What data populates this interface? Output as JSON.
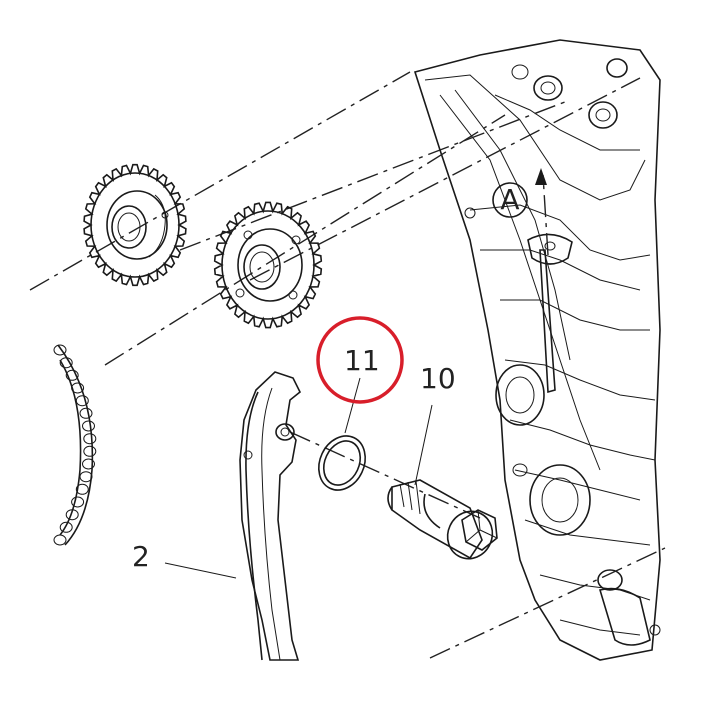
{
  "diagram": {
    "callouts": [
      {
        "id": "callout-2",
        "text": "2"
      },
      {
        "id": "callout-10",
        "text": "10"
      },
      {
        "id": "callout-11",
        "text": "11"
      },
      {
        "id": "callout-a",
        "text": "A"
      }
    ],
    "colors": {
      "highlight": "#d81e2a",
      "line": "#1a1a1a",
      "background": "#ffffff"
    }
  }
}
